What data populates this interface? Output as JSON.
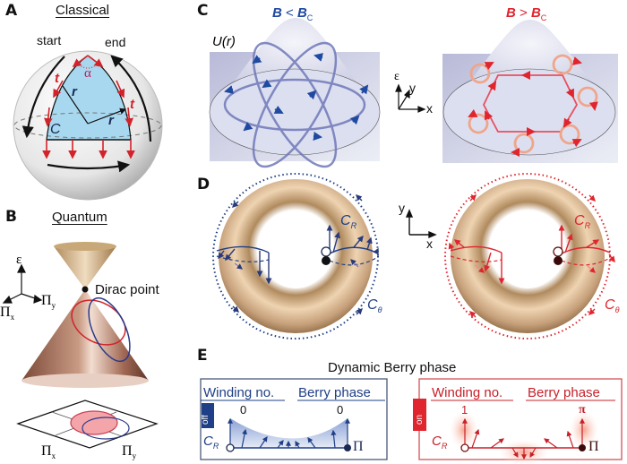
{
  "figure": {
    "panels": {
      "A": {
        "letter": "A",
        "title": "Classical",
        "start_label": "start",
        "end_label": "end",
        "alpha_label": "α",
        "t_label": "t",
        "r_label": "r",
        "C_label": "C"
      },
      "B": {
        "letter": "B",
        "title": "Quantum",
        "axis_energy": "ε",
        "axis_pix": "Π",
        "axis_pix_sub": "x",
        "axis_piy": "Π",
        "axis_piy_sub": "y",
        "dirac_label": "Dirac point"
      },
      "C": {
        "letter": "C",
        "potential_label": "U(r)",
        "left_condition": {
          "B": "B",
          "rel": " < ",
          "Bc": "B",
          "sub": "C"
        },
        "right_condition": {
          "B": "B",
          "rel": " > ",
          "Bc": "B",
          "sub": "C"
        },
        "axis_e": "ε",
        "axis_y": "y",
        "axis_x": "x"
      },
      "D": {
        "letter": "D",
        "axis_y": "y",
        "axis_x": "x",
        "cr_label": "C",
        "cr_sub": "R",
        "ctheta_label": "C",
        "ctheta_sub": "θ"
      },
      "E": {
        "letter": "E",
        "title": "Dynamic Berry phase",
        "left": {
          "tag": "off",
          "winding_header": "Winding no.",
          "berry_header": "Berry phase",
          "winding_value": "0",
          "berry_value": "0",
          "cr_label": "C",
          "cr_sub": "R",
          "pi_label": "Π"
        },
        "right": {
          "tag": "on",
          "winding_header": "Winding no.",
          "berry_header": "Berry phase",
          "winding_value": "1",
          "berry_value": "π",
          "cr_label": "C",
          "cr_sub": "R",
          "pi_label": "Π"
        }
      }
    },
    "colors": {
      "blue": "#1f3f86",
      "red": "#e0252e",
      "torus": "#d9b48a",
      "sphere_fill": "#a8d8ef"
    }
  }
}
